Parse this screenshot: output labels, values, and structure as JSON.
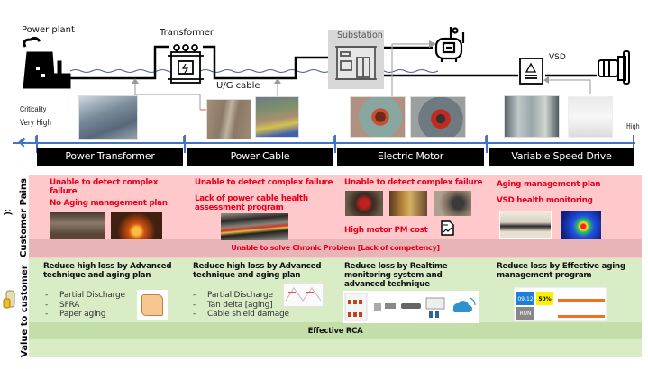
{
  "diagram": {
    "nodes": {
      "power_plant": "Power plant",
      "transformer": "Transformer",
      "substation": "Substation",
      "ug_cable": "U/G cable",
      "vsd": "VSD"
    },
    "criticality": {
      "label": "Criticality",
      "low_end": "Very High",
      "high_end": "High"
    },
    "categories": [
      "Power Transformer",
      "Power Cable",
      "Electric Motor",
      "Variable Speed Drive"
    ]
  },
  "customer_pains": {
    "row_label": "Customer Pains",
    "columns": [
      {
        "items": [
          "Unable to detect complex failure",
          "No Aging management plan"
        ]
      },
      {
        "items": [
          "Unable to detect complex failure",
          "Lack of power cable health assessment program"
        ]
      },
      {
        "items": [
          "Unable to detect complex failure",
          "High motor PM cost"
        ]
      },
      {
        "items": [
          "Aging management plan",
          "VSD health monitoring"
        ]
      }
    ],
    "shared": "Unable to solve Chronic Problem [Lack of competency]"
  },
  "value_to_customer": {
    "row_label": "Value to customer",
    "columns": [
      {
        "heading": "Reduce high loss by Advanced technique  and aging plan",
        "bullets": [
          "Partial Discharge",
          "SFRA",
          "Paper aging"
        ]
      },
      {
        "heading": "Reduce high loss by Advanced technique  and aging plan",
        "bullets": [
          "Partial Discharge",
          "Tan delta [aging]",
          "Cable shield damage"
        ]
      },
      {
        "heading": "Reduce loss by Realtime monitoring system and advanced technique",
        "bullets": []
      },
      {
        "heading": "Reduce loss by Effective aging management program",
        "bullets": []
      }
    ],
    "shared": "Effective RCA",
    "dashboard": {
      "time": "09:12",
      "percent": "50%",
      "status": "RUN"
    }
  },
  "colors": {
    "pains_bg": "#ffc9cb",
    "pains_band": "#e8b4b7",
    "pains_text": "#e8001c",
    "value_bg": "#d8ecc5",
    "value_band": "#c4deaa",
    "axis": "#4472c4",
    "category_box": "#000000"
  }
}
